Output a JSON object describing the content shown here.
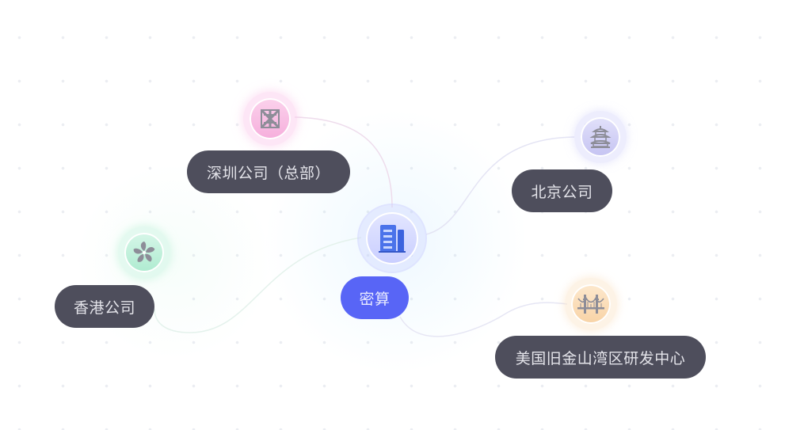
{
  "colors": {
    "center": "#5865f6",
    "branch_pill": "#4e4e5c",
    "shenzhen": "#f6a6d8",
    "beijing": "#b9b7ef",
    "hongkong": "#9be3c4",
    "sf": "#f7d2a4"
  },
  "center": {
    "label": "密算",
    "icon": "building-icon"
  },
  "branches": [
    {
      "label": "深圳公司（总部）",
      "icon": "shenzhen-metro-logo-icon"
    },
    {
      "label": "北京公司",
      "icon": "temple-of-heaven-icon"
    },
    {
      "label": "香港公司",
      "icon": "bauhinia-flower-icon"
    },
    {
      "label": "美国旧金山湾区研发中心",
      "icon": "golden-gate-bridge-icon"
    }
  ]
}
